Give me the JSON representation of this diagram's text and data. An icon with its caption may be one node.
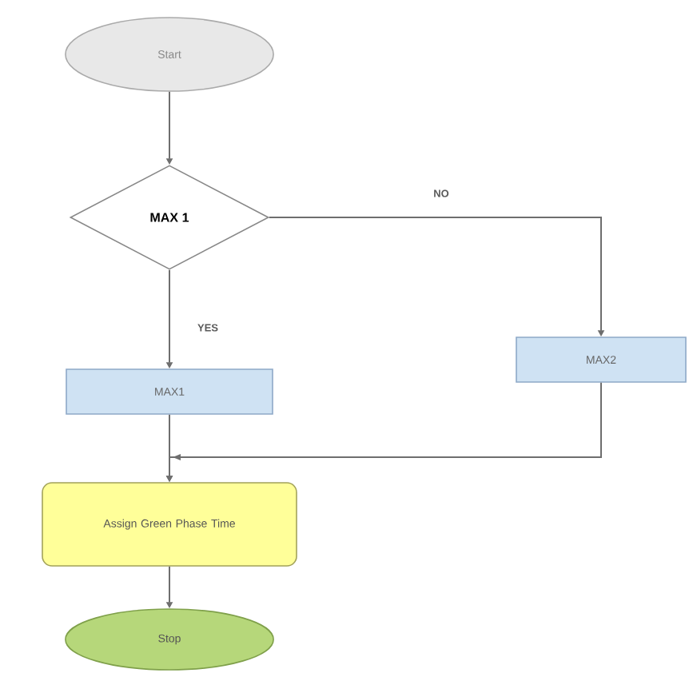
{
  "diagram": {
    "nodes": [
      {
        "text": [
          "Start"
        ]
      },
      {
        "text": [
          "MAX 1"
        ]
      },
      {
        "text": [
          "MAX1"
        ]
      },
      {
        "text": [
          "MAX2"
        ]
      },
      {
        "text": [
          "Assign Green Phase Time"
        ]
      },
      {
        "text": [
          "Stop"
        ]
      }
    ],
    "edges": [
      {
        "from": 0,
        "to": 1,
        "arrow": "to"
      },
      {
        "from": 1,
        "to": 2,
        "arrow": "to",
        "label": "YES"
      },
      {
        "from": 1,
        "to": 3,
        "arrow": "to",
        "label": "NO"
      },
      {
        "from": 2,
        "to": 4,
        "arrow": "to"
      },
      {
        "from": 3,
        "to": 4,
        "arrow": "to"
      },
      {
        "from": 4,
        "to": 5,
        "arrow": "to"
      }
    ]
  }
}
